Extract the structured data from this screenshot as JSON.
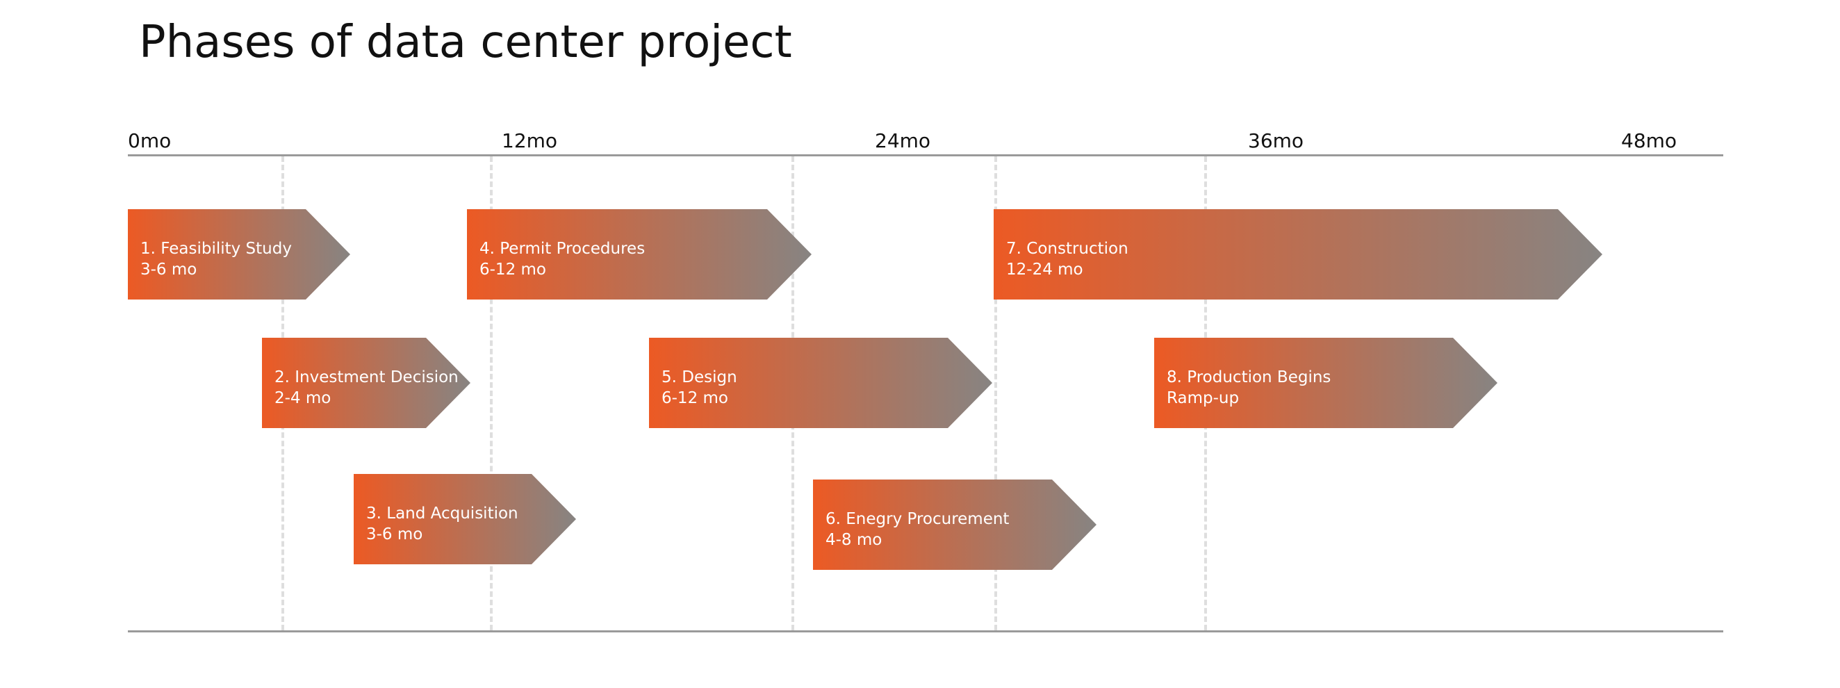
{
  "title": "Phases of data center project",
  "axis": {
    "ticks": [
      "0mo",
      "12mo",
      "24mo",
      "36mo",
      "48mo"
    ]
  },
  "phases": [
    {
      "name": "1. Feasibility Study",
      "duration": "3-6 mo"
    },
    {
      "name": "2. Investment Decision",
      "duration": "2-4 mo"
    },
    {
      "name": "3. Land Acquisition",
      "duration": "3-6 mo"
    },
    {
      "name": "4. Permit Procedures",
      "duration": "6-12 mo"
    },
    {
      "name": "5. Design",
      "duration": "6-12 mo"
    },
    {
      "name": "6. Enegry Procurement",
      "duration": "4-8 mo"
    },
    {
      "name": "7. Construction",
      "duration": "12-24 mo"
    },
    {
      "name": "8. Production Begins",
      "duration": "Ramp-up"
    }
  ],
  "colors": {
    "arrow_start": "#ec5a24",
    "arrow_end": "#878482",
    "axis": "#9a9a9a",
    "guide": "#dedede"
  }
}
